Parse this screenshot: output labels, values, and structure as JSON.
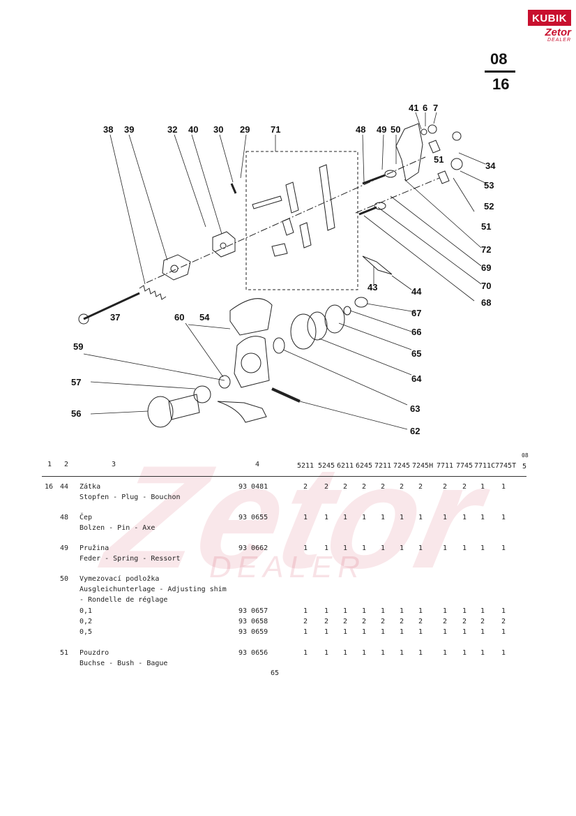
{
  "logo": {
    "brand": "KUBIK",
    "sub_brand": "Zetor",
    "sub_label": "DEALER"
  },
  "page_ref": {
    "section": "08",
    "page": "16"
  },
  "watermark": {
    "brand": "Zetor",
    "label": "DEALER"
  },
  "diagram": {
    "callouts": [
      "38",
      "39",
      "32",
      "40",
      "30",
      "29",
      "71",
      "48",
      "49",
      "50",
      "41",
      "6",
      "7",
      "34",
      "53",
      "52",
      "51",
      "51",
      "72",
      "69",
      "70",
      "68",
      "43",
      "44",
      "67",
      "66",
      "65",
      "64",
      "63",
      "62",
      "37",
      "60",
      "54",
      "59",
      "57",
      "56"
    ]
  },
  "table": {
    "headers": {
      "c1": "1",
      "c2": "2",
      "c3": "3",
      "c4": "4"
    },
    "models": [
      "5211",
      "5245",
      "6211",
      "6245",
      "7211",
      "7245",
      "7245H",
      "7711",
      "7745",
      "7711C",
      "7745T"
    ],
    "corner_note": "08",
    "corner_col": "5",
    "rows": [
      {
        "fig": "16",
        "pos": "44",
        "names": [
          "Zátka",
          "Stopfen - Plug - Bouchon"
        ],
        "part": "93 0481",
        "qty": [
          "2",
          "2",
          "2",
          "2",
          "2",
          "2",
          "2",
          "2",
          "2",
          "1",
          "1"
        ]
      },
      {
        "fig": "",
        "pos": "48",
        "names": [
          "Čep",
          "Bolzen - Pin - Axe"
        ],
        "part": "93 0655",
        "qty": [
          "1",
          "1",
          "1",
          "1",
          "1",
          "1",
          "1",
          "1",
          "1",
          "1",
          "1"
        ]
      },
      {
        "fig": "",
        "pos": "49",
        "names": [
          "Pružina",
          "Feder - Spring - Ressort"
        ],
        "part": "93 0662",
        "qty": [
          "1",
          "1",
          "1",
          "1",
          "1",
          "1",
          "1",
          "1",
          "1",
          "1",
          "1"
        ]
      },
      {
        "fig": "",
        "pos": "50",
        "names": [
          "Vymezovací podložka",
          "Ausgleichunterlage - Adjusting shim",
          "- Rondelle de réglage"
        ],
        "part": "",
        "qty": []
      },
      {
        "fig": "",
        "pos": "",
        "names": [
          "0,1"
        ],
        "part": "93 0657",
        "qty": [
          "1",
          "1",
          "1",
          "1",
          "1",
          "1",
          "1",
          "1",
          "1",
          "1",
          "1"
        ]
      },
      {
        "fig": "",
        "pos": "",
        "names": [
          "0,2"
        ],
        "part": "93 0658",
        "qty": [
          "2",
          "2",
          "2",
          "2",
          "2",
          "2",
          "2",
          "2",
          "2",
          "2",
          "2"
        ]
      },
      {
        "fig": "",
        "pos": "",
        "names": [
          "0,5"
        ],
        "part": "93 0659",
        "qty": [
          "1",
          "1",
          "1",
          "1",
          "1",
          "1",
          "1",
          "1",
          "1",
          "1",
          "1"
        ]
      },
      {
        "fig": "",
        "pos": "51",
        "names": [
          "Pouzdro",
          "Buchse - Bush - Bague"
        ],
        "part": "93 0656",
        "qty": [
          "1",
          "1",
          "1",
          "1",
          "1",
          "1",
          "1",
          "1",
          "1",
          "1",
          "1"
        ]
      }
    ]
  },
  "page_number": "65"
}
